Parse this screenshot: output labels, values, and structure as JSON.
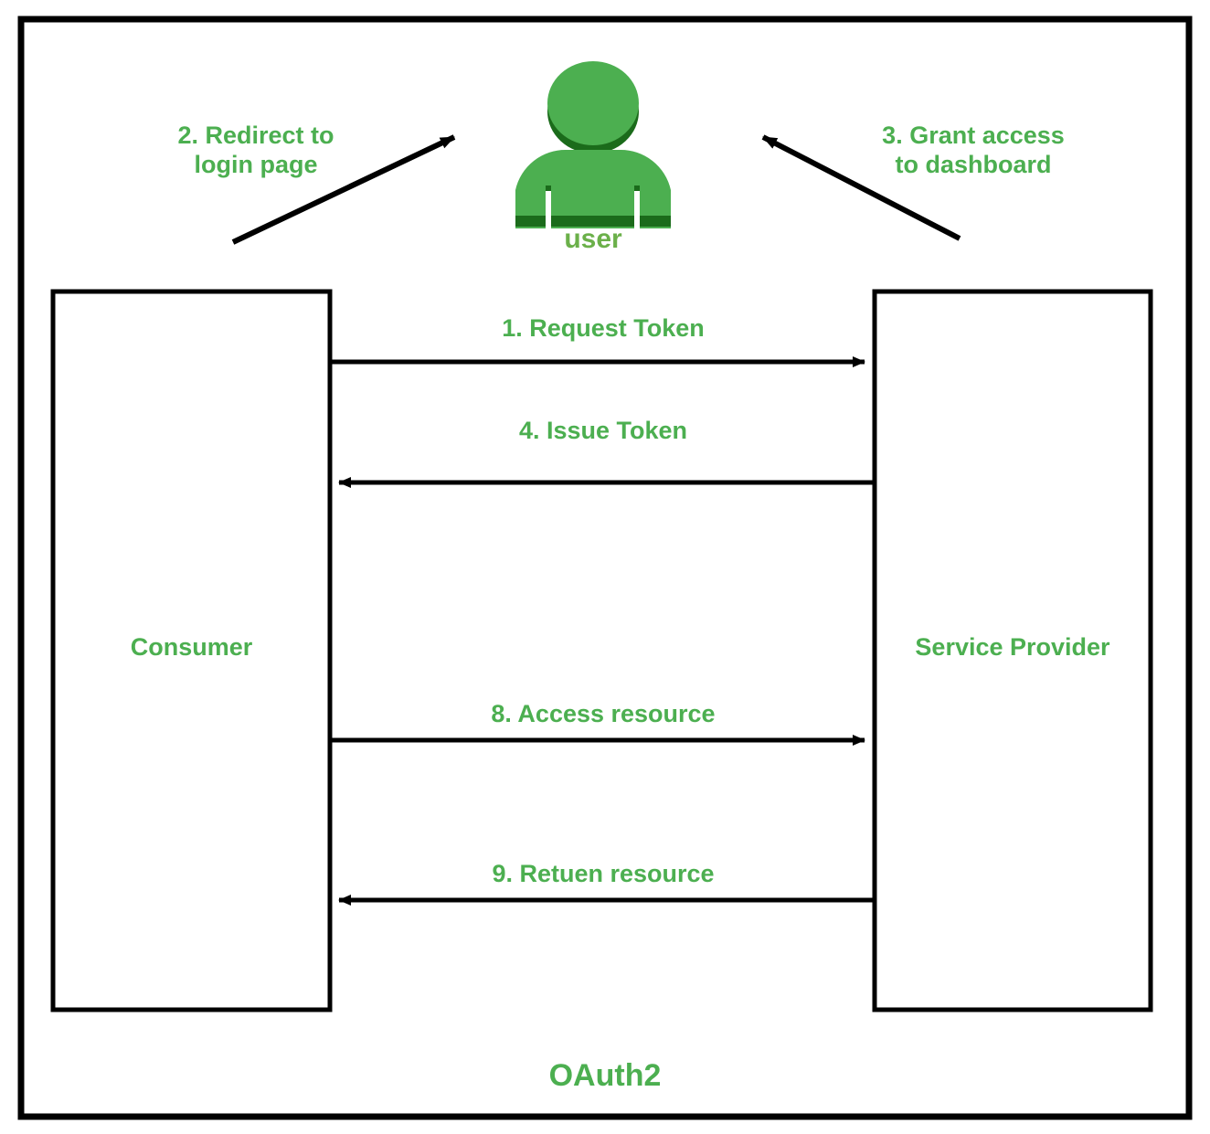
{
  "diagram": {
    "title": "OAuth2",
    "colors": {
      "accent_green": "#4CAF50",
      "icon_green": "#4CAF50",
      "icon_dark_green": "#1B6B1B",
      "user_label_green": "#6BB04A",
      "stroke_black": "#000000",
      "background": "#FFFFFF"
    },
    "actors": [
      {
        "id": "consumer",
        "label": "Consumer"
      },
      {
        "id": "service-provider",
        "label": "Service Provider"
      },
      {
        "id": "user",
        "label": "user",
        "icon": "user-person-icon"
      }
    ],
    "messages": [
      {
        "number": "1",
        "label": "1. Request Token",
        "from": "consumer",
        "to": "service-provider",
        "direction": "right"
      },
      {
        "number": "4",
        "label": "4. Issue Token",
        "from": "service-provider",
        "to": "consumer",
        "direction": "left"
      },
      {
        "number": "8",
        "label": "8. Access resource",
        "from": "consumer",
        "to": "service-provider",
        "direction": "right"
      },
      {
        "number": "9",
        "label": "9. Retuen resource",
        "from": "service-provider",
        "to": "consumer",
        "direction": "left"
      }
    ],
    "diagonal_messages": [
      {
        "number": "2",
        "label": "2. Redirect to\nlogin page",
        "from": "consumer",
        "to": "user",
        "direction": "up-right"
      },
      {
        "number": "3",
        "label": "3. Grant access\nto dashboard",
        "from": "service-provider",
        "to": "user",
        "direction": "up-left"
      }
    ]
  }
}
